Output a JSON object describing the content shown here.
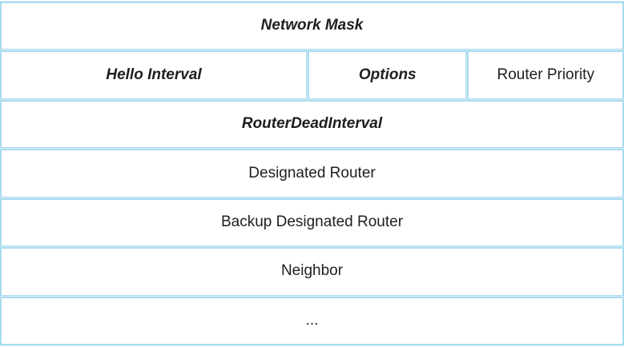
{
  "colors": {
    "border": "#a9dbee",
    "border_soft": "#d6eef8",
    "text": "#1e1e1e"
  },
  "packet": {
    "rows": [
      {
        "cells": [
          {
            "label": "Network Mask",
            "emphasis": true
          }
        ]
      },
      {
        "cells": [
          {
            "label": "Hello Interval",
            "emphasis": true
          },
          {
            "label": "Options",
            "emphasis": true
          },
          {
            "label": "Router Priority",
            "emphasis": false
          }
        ]
      },
      {
        "cells": [
          {
            "label": "RouterDeadInterval",
            "emphasis": true
          }
        ]
      },
      {
        "cells": [
          {
            "label": "Designated Router",
            "emphasis": false
          }
        ]
      },
      {
        "cells": [
          {
            "label": "Backup Designated Router",
            "emphasis": false
          }
        ]
      },
      {
        "cells": [
          {
            "label": "Neighbor",
            "emphasis": false
          }
        ]
      },
      {
        "cells": [
          {
            "label": "...",
            "emphasis": false
          }
        ]
      }
    ]
  }
}
